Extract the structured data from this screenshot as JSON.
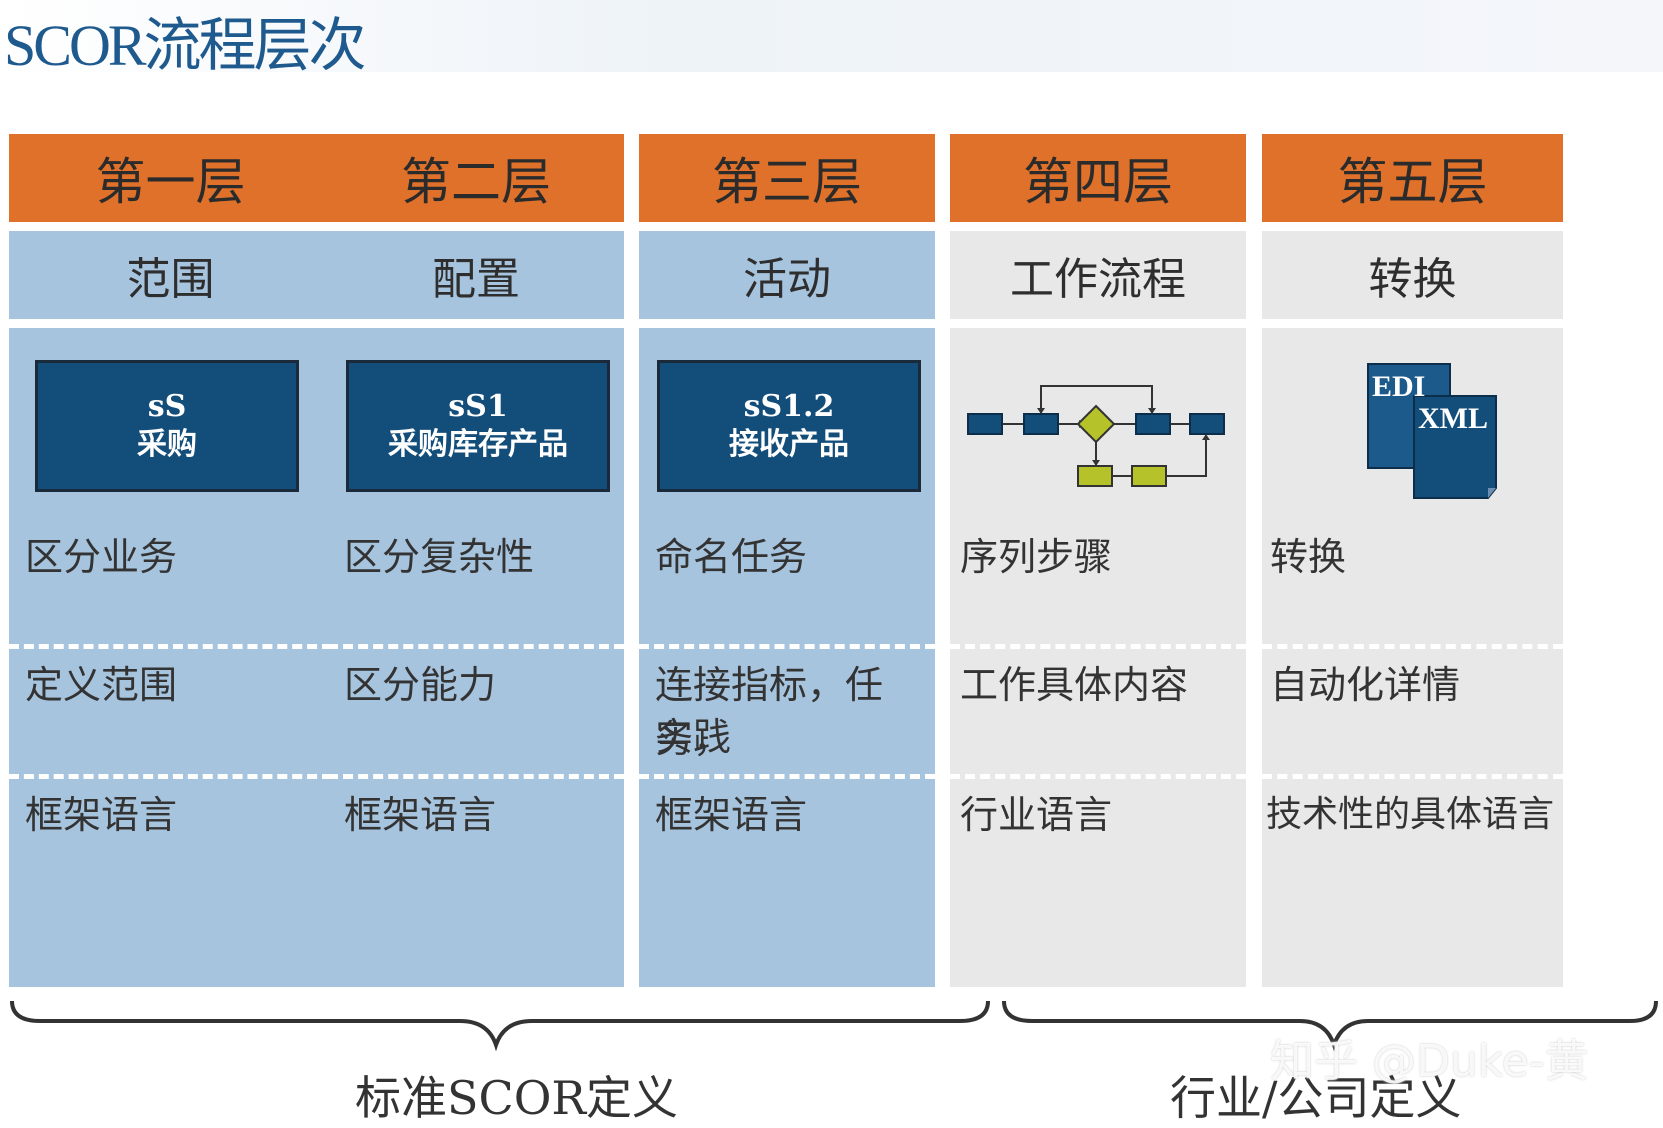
{
  "title": "SCOR流程层次",
  "columns": [
    {
      "header": "第一层",
      "category": "范围",
      "box_line1": "sS",
      "box_line2": "采购",
      "row1": "区分业务",
      "row2": "定义范围",
      "row3": "框架语言"
    },
    {
      "header": "第二层",
      "category": "配置",
      "box_line1": "sS1",
      "box_line2": "采购库存产品",
      "row1": "区分复杂性",
      "row2": "区分能力",
      "row3": "框架语言"
    },
    {
      "header": "第三层",
      "category": "活动",
      "box_line1": "sS1.2",
      "box_line2": "接收产品",
      "row1": "命名任务",
      "row2a": "连接指标，任务，",
      "row2b": "实践",
      "row3": "框架语言"
    },
    {
      "header": "第四层",
      "category": "工作流程",
      "row1": "序列步骤",
      "row2": "工作具体内容",
      "row3": "行业语言"
    },
    {
      "header": "第五层",
      "category": "转换",
      "doc1": "EDI",
      "doc2": "XML",
      "row1": "转换",
      "row2": "自动化详情",
      "row3": "技术性的具体语言"
    }
  ],
  "brace_left_label": "标准SCOR定义",
  "brace_right_label": "行业/公司定义",
  "watermark": "知乎 @Duke-黄",
  "colors": {
    "header": "#e0712a",
    "blue_bg": "#a7c4df",
    "grey_bg": "#e8e8e8",
    "box": "#134d7a",
    "flow_node": "#134d7a",
    "flow_alt": "#b5c22a"
  },
  "icons": {
    "flowchart": "workflow-diagram-icon",
    "documents": "document-stack-icon"
  }
}
